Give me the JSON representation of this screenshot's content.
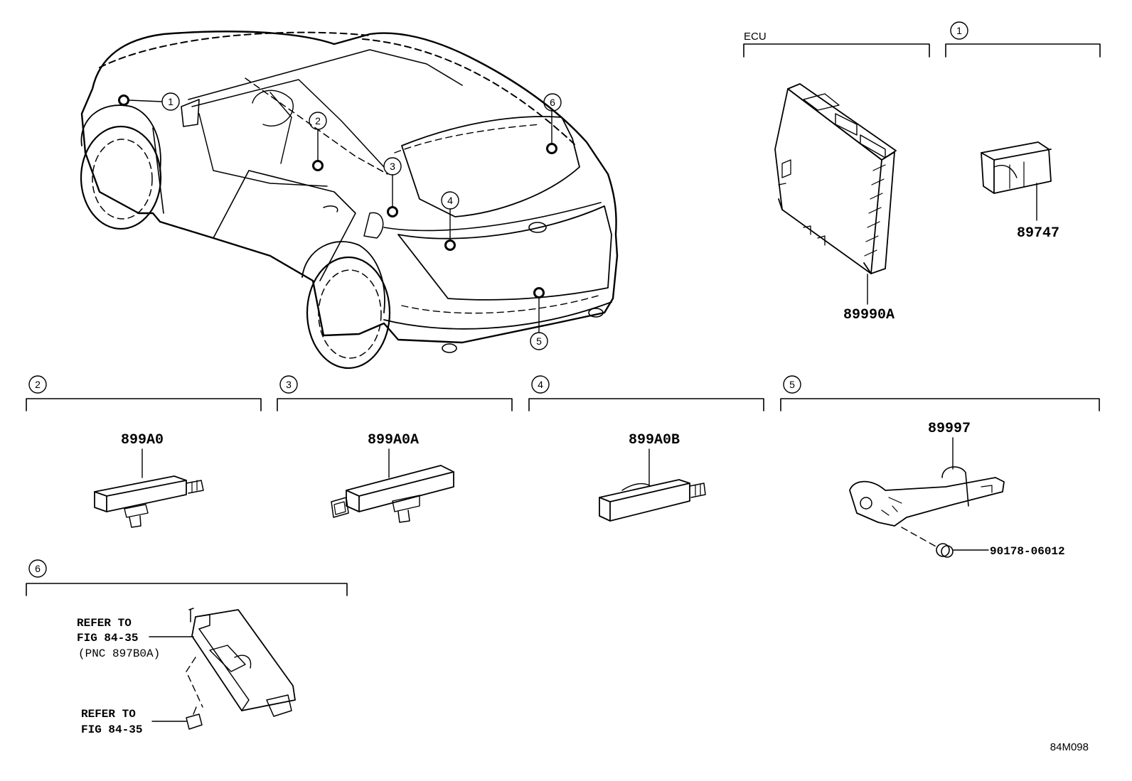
{
  "diagram": {
    "callouts": [
      "1",
      "2",
      "3",
      "4",
      "5",
      "6"
    ],
    "sections": {
      "ecu": {
        "header": "ECU",
        "part": "89990A"
      },
      "s1": {
        "marker": "1",
        "part": "89747"
      },
      "s2": {
        "marker": "2",
        "part": "899A0"
      },
      "s3": {
        "marker": "3",
        "part": "899A0A"
      },
      "s4": {
        "marker": "4",
        "part": "899A0B"
      },
      "s5": {
        "marker": "5",
        "part": "89997",
        "clip": "90178-06012"
      },
      "s6": {
        "marker": "6",
        "ref1_line1": "REFER TO",
        "ref1_line2": "FIG 84-35",
        "ref1_line3": "(PNC 897B0A)",
        "ref2_line1": "REFER TO",
        "ref2_line2": "FIG 84-35"
      }
    },
    "figure_code": "84M098"
  }
}
